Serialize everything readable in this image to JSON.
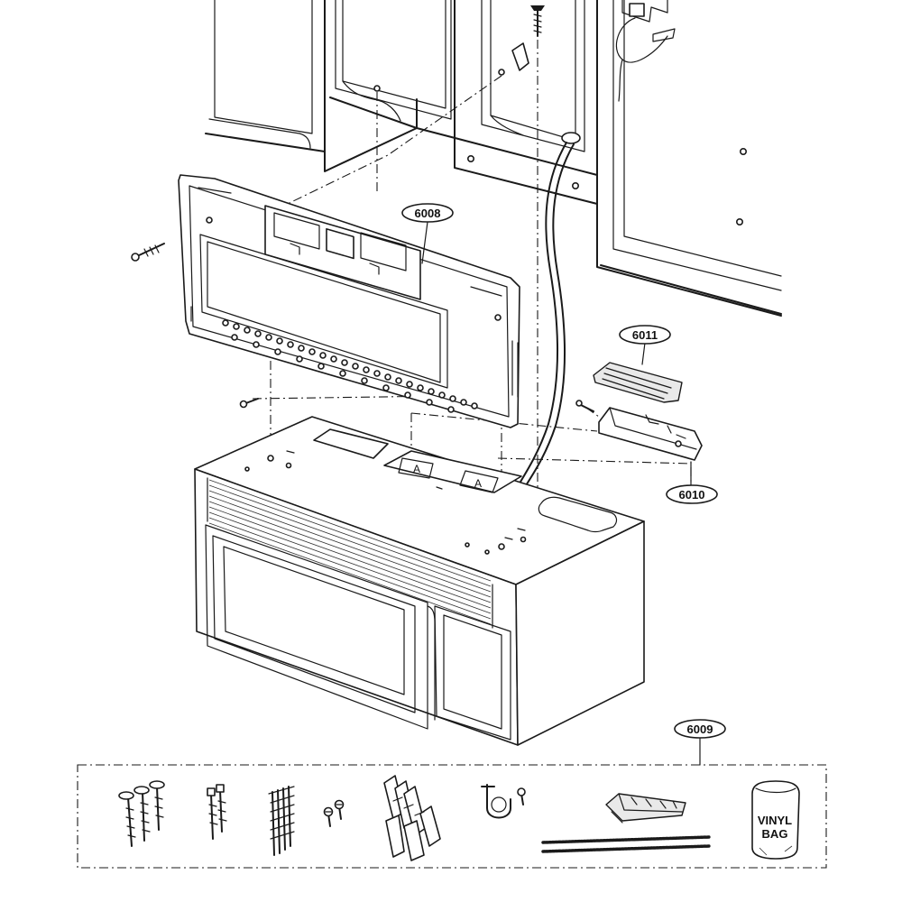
{
  "parts": [
    {
      "id": "mounting-plate",
      "label": "6008"
    },
    {
      "id": "installation-kit",
      "label": "6009"
    },
    {
      "id": "exhaust-adapter",
      "label": "6010"
    },
    {
      "id": "damper",
      "label": "6011"
    }
  ],
  "bag": {
    "line1": "VINYL",
    "line2": "BAG"
  },
  "panel_marks": [
    "A",
    "A"
  ]
}
